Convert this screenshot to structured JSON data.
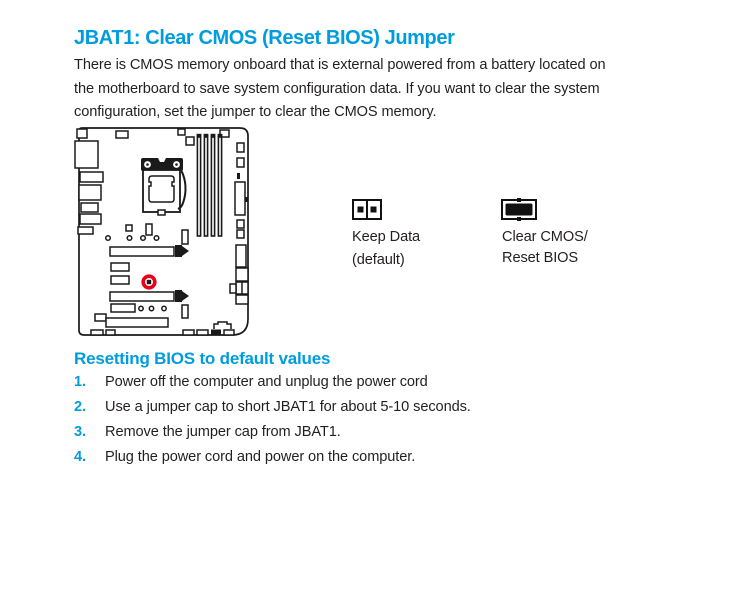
{
  "page": {
    "title": "JBAT1: Clear CMOS (Reset BIOS) Jumper",
    "intro_lines": [
      "There is CMOS memory onboard that is external powered from a battery located on",
      "the motherboard to save system configuration data. If you want to clear the system",
      "configuration, set the jumper to clear the CMOS memory."
    ]
  },
  "diagram": {
    "name": "motherboard-layout",
    "highlight": "JBAT1 jumper location circled in red"
  },
  "legend": {
    "keep_data": {
      "icon": "open-jumper-icon",
      "line1": "Keep Data",
      "line2": "(default)"
    },
    "clear_cmos": {
      "icon": "capped-jumper-icon",
      "line1": "Clear CMOS/",
      "line2": "Reset BIOS"
    }
  },
  "reset_section": {
    "heading": "Resetting BIOS to default values",
    "steps": [
      {
        "num": "1.",
        "text": "Power off the computer and unplug the power cord"
      },
      {
        "num": "2.",
        "text": "Use a jumper cap to short JBAT1 for about 5-10 seconds."
      },
      {
        "num": "3.",
        "text": "Remove the jumper cap from JBAT1."
      },
      {
        "num": "4.",
        "text": "Plug the power cord and power on the computer."
      }
    ]
  },
  "colors": {
    "accent": "#009dde",
    "body": "#231f20",
    "highlight": "#e60018",
    "line": "#1a1a1a"
  }
}
